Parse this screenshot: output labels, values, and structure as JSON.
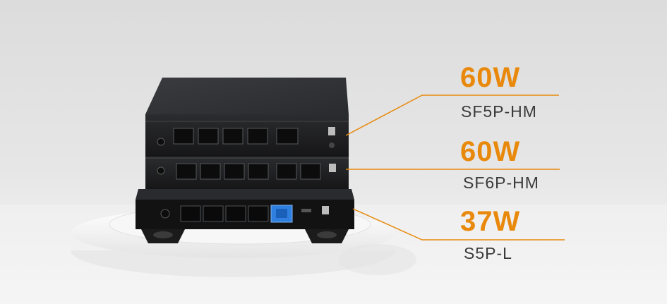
{
  "products": [
    {
      "power": "60W",
      "model": "SF5P-HM"
    },
    {
      "power": "60W",
      "model": "SF6P-HM"
    },
    {
      "power": "37W",
      "model": "S5P-L"
    }
  ],
  "colors": {
    "accent": "#e8890c",
    "text": "#3a3a3a",
    "device": "#1d1d1f",
    "port_highlight": "#2f7fe0"
  }
}
